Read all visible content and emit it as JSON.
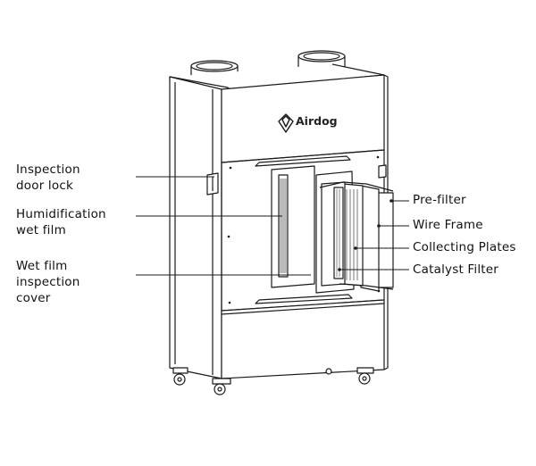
{
  "brand": "Airdog",
  "callouts_left": [
    {
      "lines": [
        "Inspection",
        "door lock"
      ]
    },
    {
      "lines": [
        "Humidification",
        "wet film"
      ]
    },
    {
      "lines": [
        "Wet film",
        "inspection",
        "cover"
      ]
    }
  ],
  "callouts_right": [
    {
      "text": "Pre-filter"
    },
    {
      "text": "Wire Frame"
    },
    {
      "text": "Collecting Plates"
    },
    {
      "text": "Catalyst Filter"
    }
  ],
  "colors": {
    "line": "#1a1a1a",
    "background": "#ffffff"
  },
  "icons": [
    "airdog-logo-icon"
  ]
}
